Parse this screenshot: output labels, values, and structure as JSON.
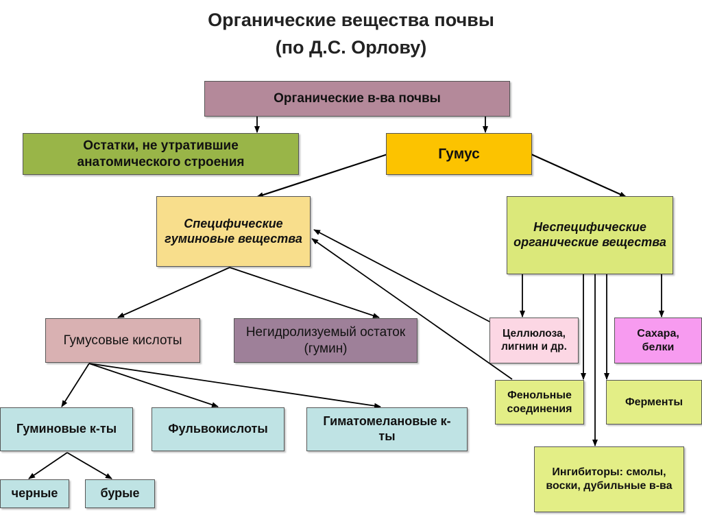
{
  "title": {
    "line1": "Органические вещества почвы",
    "line2": "(по Д.С. Орлову)"
  },
  "nodes": {
    "root": "Органические в-ва почвы",
    "residues": "Остатки, не утратившие анатомического строения",
    "humus": "Гумус",
    "specific": "Специфические гуминовые вещества",
    "nonspecific": "Неспецифические органические вещества",
    "humic_acids": "Гумусовые кислоты",
    "humin": "Негидролизуемый остаток (гумин)",
    "cellulose": "Целлюлоза, лигнин и др.",
    "sugars": "Сахара, белки",
    "phenols": "Фенольные соединения",
    "enzymes": "Ферменты",
    "humic": "Гуминовые к-ты",
    "fulvic": "Фульвокислоты",
    "hymatomelanic": "Гиматомелановые к-ты",
    "black": "черные",
    "brown": "бурые",
    "inhibitors": "Ингибиторы: смолы, воски, дубильные в-ва"
  },
  "colors": {
    "root": "#b4899a",
    "residues": "#99b548",
    "humus": "#fcc300",
    "specific": "#f8de8c",
    "nonspecific": "#dbe87a",
    "humic_acids": "#d9b1b2",
    "humin": "#9e8099",
    "cellulose": "#fcd7e4",
    "sugars": "#f79bf0",
    "yellowgreen": "#e3ee86",
    "acids": "#bfe3e4"
  }
}
